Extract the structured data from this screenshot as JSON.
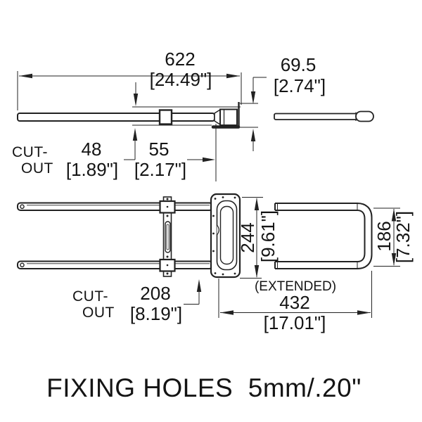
{
  "drawing": {
    "title": "FIXING HOLES  5mm/.20\"",
    "side_view": {
      "length": {
        "mm": "622",
        "inches": "[24.49\"]"
      },
      "bracket_height": {
        "mm": "69.5",
        "inches": "[2.74\"]"
      },
      "cutout": {
        "label_line1": "CUT-",
        "label_line2": "OUT",
        "depth": {
          "mm": "48",
          "inches": "[1.89\"]"
        },
        "width": {
          "mm": "55",
          "inches": "[2.17\"]"
        }
      }
    },
    "plan_view": {
      "cutout": {
        "label_line1": "CUT-",
        "label_line2": "OUT",
        "length": {
          "mm": "208",
          "inches": "[8.19\"]"
        }
      },
      "overall_width": {
        "mm": "244",
        "inches": "[9.61\"]"
      },
      "rail_width": {
        "mm": "186",
        "inches": "[7.32\"]"
      },
      "extension": {
        "note": "(EXTENDED)",
        "mm": "432",
        "inches": "[17.01\"]"
      }
    }
  }
}
